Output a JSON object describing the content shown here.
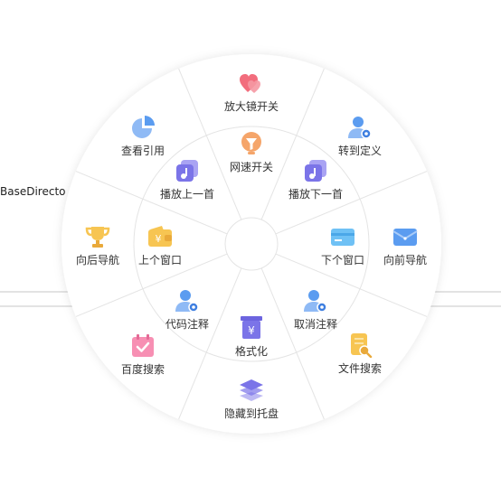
{
  "background": {
    "partial_text": "BaseDirecto"
  },
  "outer_ring": [
    {
      "label": "放大镜开关",
      "icon": "hearts-icon"
    },
    {
      "label": "转到定义",
      "icon": "user-gear-icon"
    },
    {
      "label": "向前导航",
      "icon": "envelope-icon"
    },
    {
      "label": "文件搜索",
      "icon": "file-search-icon"
    },
    {
      "label": "隐藏到托盘",
      "icon": "layers-icon"
    },
    {
      "label": "百度搜索",
      "icon": "calendar-check-icon"
    },
    {
      "label": "向后导航",
      "icon": "trophy-icon"
    },
    {
      "label": "查看引用",
      "icon": "pie-chart-icon"
    }
  ],
  "inner_ring": [
    {
      "label": "网速开关",
      "icon": "funnel-icon"
    },
    {
      "label": "播放下一首",
      "icon": "music-icon"
    },
    {
      "label": "下个窗口",
      "icon": "card-icon"
    },
    {
      "label": "取消注释",
      "icon": "user-gear-icon"
    },
    {
      "label": "格式化",
      "icon": "format-icon"
    },
    {
      "label": "代码注释",
      "icon": "user-gear-icon"
    },
    {
      "label": "上个窗口",
      "icon": "wallet-icon"
    },
    {
      "label": "播放上一首",
      "icon": "music-icon"
    }
  ],
  "colors": {
    "red": "#f26d7d",
    "blue": "#5b9cf0",
    "orange": "#f5a56a",
    "purple": "#7b74e8",
    "yellow": "#f7c552",
    "pink": "#f78fb3",
    "lightblue": "#6fc1f5"
  }
}
